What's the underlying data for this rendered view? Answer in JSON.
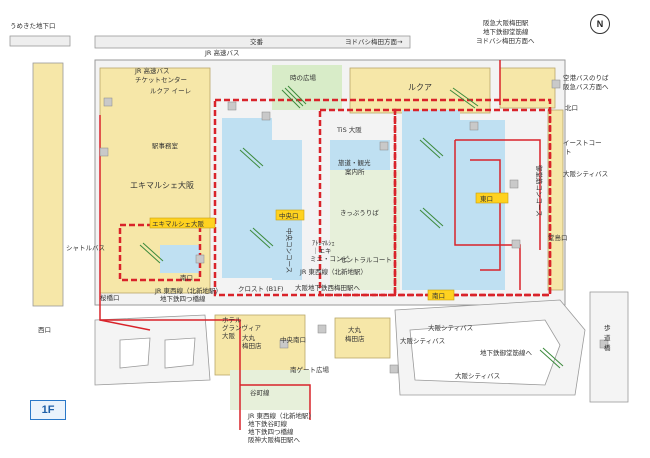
{
  "floor_label": "1F",
  "compass_label": "N",
  "colors": {
    "building": "#f6e7a8",
    "concourse": "#bfe0f2",
    "green": "#d8ecc8",
    "outline": "#8c8c8c",
    "route": "#d9232a",
    "highlight_box": "#ffd21f"
  },
  "labels": {
    "umekita": "うめきた地下口",
    "koban": "交番",
    "yodobashi": "ヨドバシ梅田方面→",
    "hankyu": "阪急大阪梅田駅",
    "chika_midosuji": "地下鉄御堂筋線",
    "yodobashi2": "ヨドバシ梅田方面へ",
    "jr_bus": "JR 高速バス",
    "jr_bus_ticket_1": "JR 高速バス",
    "jr_bus_ticket_2": "チケットセンター",
    "lucua_1100": "ルクア イーレ",
    "toki_hiroba": "時の広場",
    "lucua": "ルクア",
    "airport_bus_1": "空港バスのりば",
    "airport_bus_2": "阪急バス方面へ",
    "north_exit": "北口",
    "station_office": "駅事務室",
    "tis": "TiS 大阪",
    "east_court_1": "イーストコー",
    "east_court_2": "ト",
    "midosuji_concourse": "御堂筋コンコース",
    "ekimarche": "エキマルシェ大阪",
    "tourist": "旅道・観光",
    "tourist2": "案内所",
    "kippu": "きっぷうりば",
    "shuttle_bus": "シャトルバス",
    "ekimarche_box": "エキマルシェ大阪",
    "chuo": "中央口",
    "chuo_concourse": "中央コンコース",
    "lotte": "ｱﾄﾚﾏﾙｼｪ",
    "lotte2": "｜エキ",
    "central_court": "セントラルコート",
    "higashi_box": "東口",
    "south_exit_box": "南口",
    "mini_court": "ミニ・コンビ",
    "osaka_city_bus_1": "大阪シティバス",
    "osaka_city_bus_2": "大阪シティバス",
    "osaka_city_bus_3": "大阪シティバス",
    "osaka_city_bus_4": "大阪シティバス",
    "hayabusa_mark": "堂島口",
    "west_exit": "西口",
    "sakura_bashi": "桜橋口",
    "jr_tozai_1": "JR 東西線（北新地駅）",
    "chika_yotsuhashi": "地下鉄四つ橋線",
    "jr_tozai_2": "JR 東西線（北新地駅）",
    "cross_1f": "クロスト (B1F)",
    "osaka_subway_dir": "大阪地下鉄西梅田駅へ",
    "hotel_granvia_1": "ホテル",
    "hotel_granvia_2": "グランヴィア",
    "hotel_granvia_3": "大阪",
    "daimaru_1": "大丸",
    "daimaru_2": "梅田店",
    "daimaru_3": "大丸",
    "daimaru_4": "梅田店",
    "chuo_minami": "中央南口",
    "south_gate_plaza": "南ゲート広場",
    "subway_umeda": "地下鉄御堂筋線へ",
    "walk_1": "歩",
    "walk_2": "道",
    "walk_3": "橋",
    "bottom_1": "JR 東西線（北新地駅）",
    "bottom_2": "地下鉄谷町線",
    "bottom_3": "地下鉄四つ橋線",
    "bottom_4": "阪神大阪梅田駅へ",
    "minami_exit_small": "南口",
    "tamon_bashi": "谷町線"
  }
}
